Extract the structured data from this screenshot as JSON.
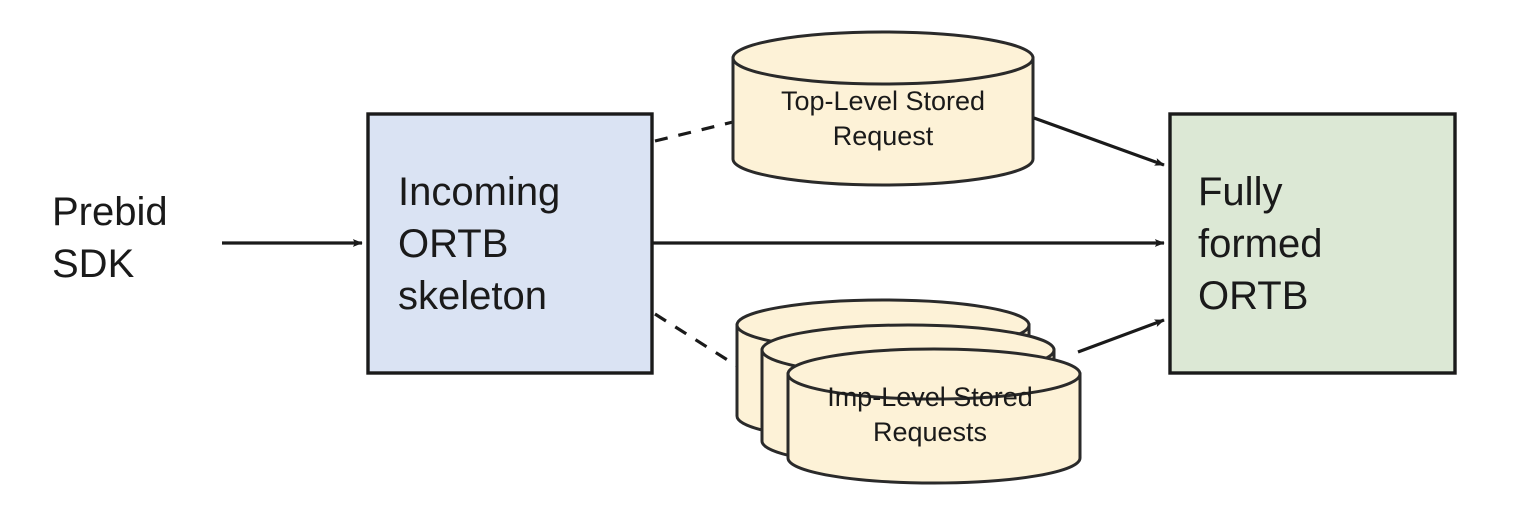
{
  "diagram": {
    "title": "Prebid ORTB Stored Request Merge Flow",
    "nodes": {
      "source": {
        "name": "prebid-sdk",
        "label": "Prebid\nSDK",
        "shape": "text",
        "fill": "none"
      },
      "incoming": {
        "name": "incoming-ortb-skeleton",
        "label": "Incoming\nORTB\nskeleton",
        "shape": "rectangle",
        "fill": "#dae3f3",
        "stroke": "#1a1a1a"
      },
      "top_store": {
        "name": "top-level-stored-request",
        "label": "Top-Level Stored\nRequest",
        "shape": "cylinder",
        "fill": "#fdf2d7",
        "stroke": "#2a2a2a"
      },
      "imp_store": {
        "name": "imp-level-stored-requests",
        "label": "Imp-Level Stored\nRequests",
        "shape": "cylinder-stack",
        "count": 3,
        "fill": "#fdf2d7",
        "stroke": "#2a2a2a"
      },
      "output": {
        "name": "fully-formed-ortb",
        "label": "Fully\nformed\nORTB",
        "shape": "rectangle",
        "fill": "#dce8d5",
        "stroke": "#1a1a1a"
      }
    },
    "edges": [
      {
        "name": "edge-sdk-to-incoming",
        "from": "source",
        "to": "incoming",
        "style": "solid",
        "arrow": "end"
      },
      {
        "name": "edge-incoming-to-top-store",
        "from": "incoming",
        "to": "top_store",
        "style": "dashed",
        "arrow": "none"
      },
      {
        "name": "edge-top-store-to-output",
        "from": "top_store",
        "to": "output",
        "style": "solid",
        "arrow": "end"
      },
      {
        "name": "edge-incoming-to-output",
        "from": "incoming",
        "to": "output",
        "style": "solid",
        "arrow": "end"
      },
      {
        "name": "edge-incoming-to-imp-store",
        "from": "incoming",
        "to": "imp_store",
        "style": "dashed",
        "arrow": "none"
      },
      {
        "name": "edge-imp-store-to-output",
        "from": "imp_store",
        "to": "output",
        "style": "solid",
        "arrow": "end"
      }
    ],
    "colors": {
      "background": "#ffffff",
      "incoming_fill": "#dae3f3",
      "output_fill": "#dce8d5",
      "store_fill": "#fdf2d7",
      "line": "#1a1a1a",
      "text": "#1a1a1a"
    }
  }
}
